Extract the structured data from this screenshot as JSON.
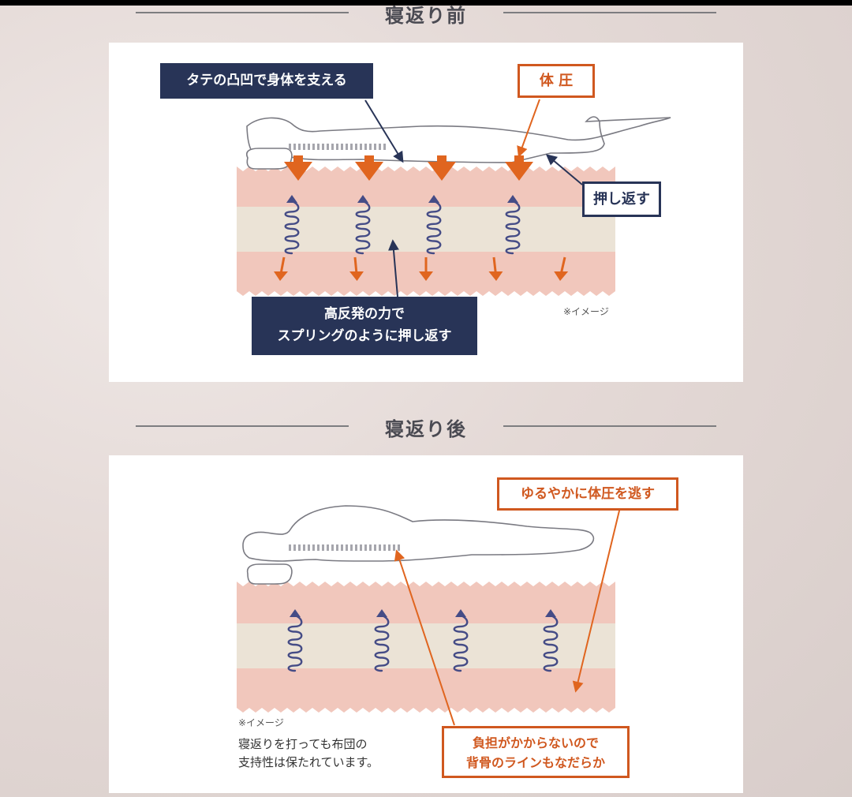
{
  "before": {
    "heading": "寝返り前",
    "label_support": "タテの凸凹で身体を支える",
    "label_pressure": "体 圧",
    "label_push_back": "押し返す",
    "label_spring_line1": "高反発の力で",
    "label_spring_line2": "スプリングのように押し返す",
    "note": "※イメージ"
  },
  "after": {
    "heading": "寝返り後",
    "label_release": "ゆるやかに体圧を逃す",
    "label_spine_line1": "負担がかからないので",
    "label_spine_line2": "背骨のラインもなだらか",
    "note": "※イメージ",
    "caption_line1": "寝返りを打っても布団の",
    "caption_line2": "支持性は保たれています。"
  },
  "colors": {
    "foam_pink": "#f1c7bc",
    "core_beige": "#ebe3d6",
    "arrow_orange": "#e0651f",
    "label_navy": "#283457",
    "label_orange": "#d0581f",
    "spring_blue": "#454c86"
  }
}
